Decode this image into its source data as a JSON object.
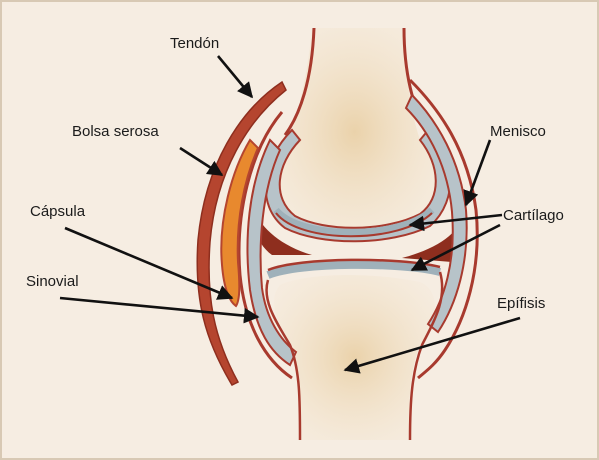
{
  "labels": {
    "tendon": "Tendón",
    "bolsa_serosa": "Bolsa serosa",
    "capsula": "Cápsula",
    "sinovial": "Sinovial",
    "menisco": "Menisco",
    "cartilago": "Cartílago",
    "epifisis": "Epífisis"
  },
  "colors": {
    "paper": "#f6ede2",
    "bone": "#edd7b4",
    "capsule": "#a83a2e",
    "synovial": "#b7c3c9",
    "bursa": "#e8892e",
    "meniscus": "#8e2e1e",
    "arrow": "#111111"
  }
}
